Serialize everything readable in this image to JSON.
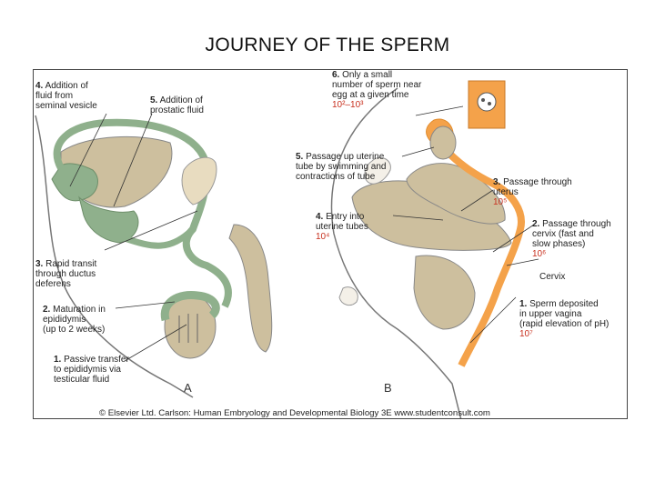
{
  "title": "JOURNEY OF THE SPERM",
  "panel_a": "A",
  "panel_b": "B",
  "credit": "© Elsevier Ltd. Carlson: Human Embryology and Developmental Biology 3E www.studentconsult.com",
  "labels_a": {
    "l4": {
      "num": "4.",
      "lines": [
        "Addition of",
        "fluid from",
        "seminal vesicle"
      ]
    },
    "l5": {
      "num": "5.",
      "lines": [
        "Addition of",
        "prostatic fluid"
      ]
    },
    "l3": {
      "num": "3.",
      "lines": [
        "Rapid transit",
        "through ductus",
        "deferens"
      ]
    },
    "l2": {
      "num": "2.",
      "lines": [
        "Maturation in",
        "epididymis",
        "(up to 2 weeks)"
      ]
    },
    "l1": {
      "num": "1.",
      "lines": [
        "Passive transfer",
        "to epididymis via",
        "testicular fluid"
      ]
    }
  },
  "labels_b": {
    "l6": {
      "num": "6.",
      "lines": [
        "Only a small",
        "number of sperm near",
        "egg at a given time"
      ],
      "count": "10²–10³"
    },
    "l5": {
      "num": "5.",
      "lines": [
        "Passage up uterine",
        "tube by swimming and",
        "contractions of tube"
      ]
    },
    "l3": {
      "num": "3.",
      "lines": [
        "Passage through",
        "uterus"
      ],
      "count": "10⁵"
    },
    "l4": {
      "num": "4.",
      "lines": [
        "Entry into",
        "uterine tubes"
      ],
      "count": "10⁴"
    },
    "l2": {
      "num": "2.",
      "lines": [
        "Passage through",
        "cervix (fast and",
        "slow phases)"
      ],
      "count": "10⁶"
    },
    "cervix": "Cervix",
    "l1": {
      "num": "1.",
      "lines": [
        "Sperm deposited",
        "in upper vagina",
        "(rapid elevation of pH)"
      ],
      "count": "10⁷"
    }
  },
  "colors": {
    "green": "#8fb08c",
    "tan": "#cdbf9e",
    "orange": "#f4a24a"
  }
}
